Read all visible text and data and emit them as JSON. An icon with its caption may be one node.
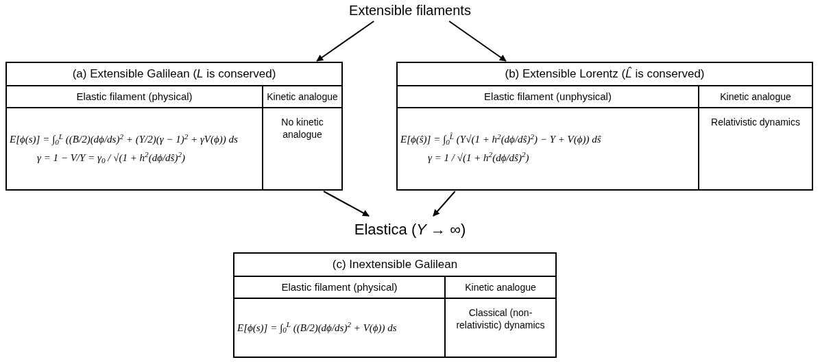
{
  "diagram": {
    "nodes": [
      {
        "text": [
          "Extensible filaments"
        ]
      },
      {
        "text": [
          "(a) Extensible Galilean (*L* is conserved)",
          "Elastic filament (physical)",
          "Kinetic analogue",
          "E[ϕ(s)] = ∫$_{0}$$^{L}$ ((B/2)(dϕ/ds)$^{2}$ + (Y/2)(γ − 1)$^{2}$ + γV(ϕ)) ds",
          "γ = 1 − V/Y = γ$_{0}$ / √(1 + h$^{2}$(dϕ/dŝ)$^{2}$)",
          "No kinetic analogue"
        ]
      },
      {
        "text": [
          "(b) Extensible Lorentz (*L̂* is conserved)",
          "Elastic filament (unphysical)",
          "Kinetic analogue",
          "E[ϕ(ŝ)] = ∫$_{0}$$^{L̂}$ (Y√(1 + h$^{2}$(dϕ/dŝ)$^{2}$) − Y + V(ϕ)) dŝ",
          "γ = 1 / √(1 + h$^{2}$(dϕ/dŝ)$^{2}$)",
          "Relativistic dynamics"
        ]
      },
      {
        "text": [
          "Elastica (*Y* → ∞)"
        ]
      },
      {
        "text": [
          "(c) Inextensible Galilean",
          "Elastic filament (physical)",
          "Kinetic analogue",
          "E[ϕ(s)] = ∫$_{0}$$^{L}$ ((B/2)(dϕ/ds)$^{2}$ + V(ϕ)) ds",
          "Classical (non-relativistic) dynamics"
        ]
      }
    ],
    "edges": [
      {
        "from": 0,
        "to": 1,
        "arrow": "to"
      },
      {
        "from": 0,
        "to": 2,
        "arrow": "to"
      },
      {
        "from": 1,
        "to": 3,
        "arrow": "to"
      },
      {
        "from": 2,
        "to": 3,
        "arrow": "to"
      }
    ]
  }
}
